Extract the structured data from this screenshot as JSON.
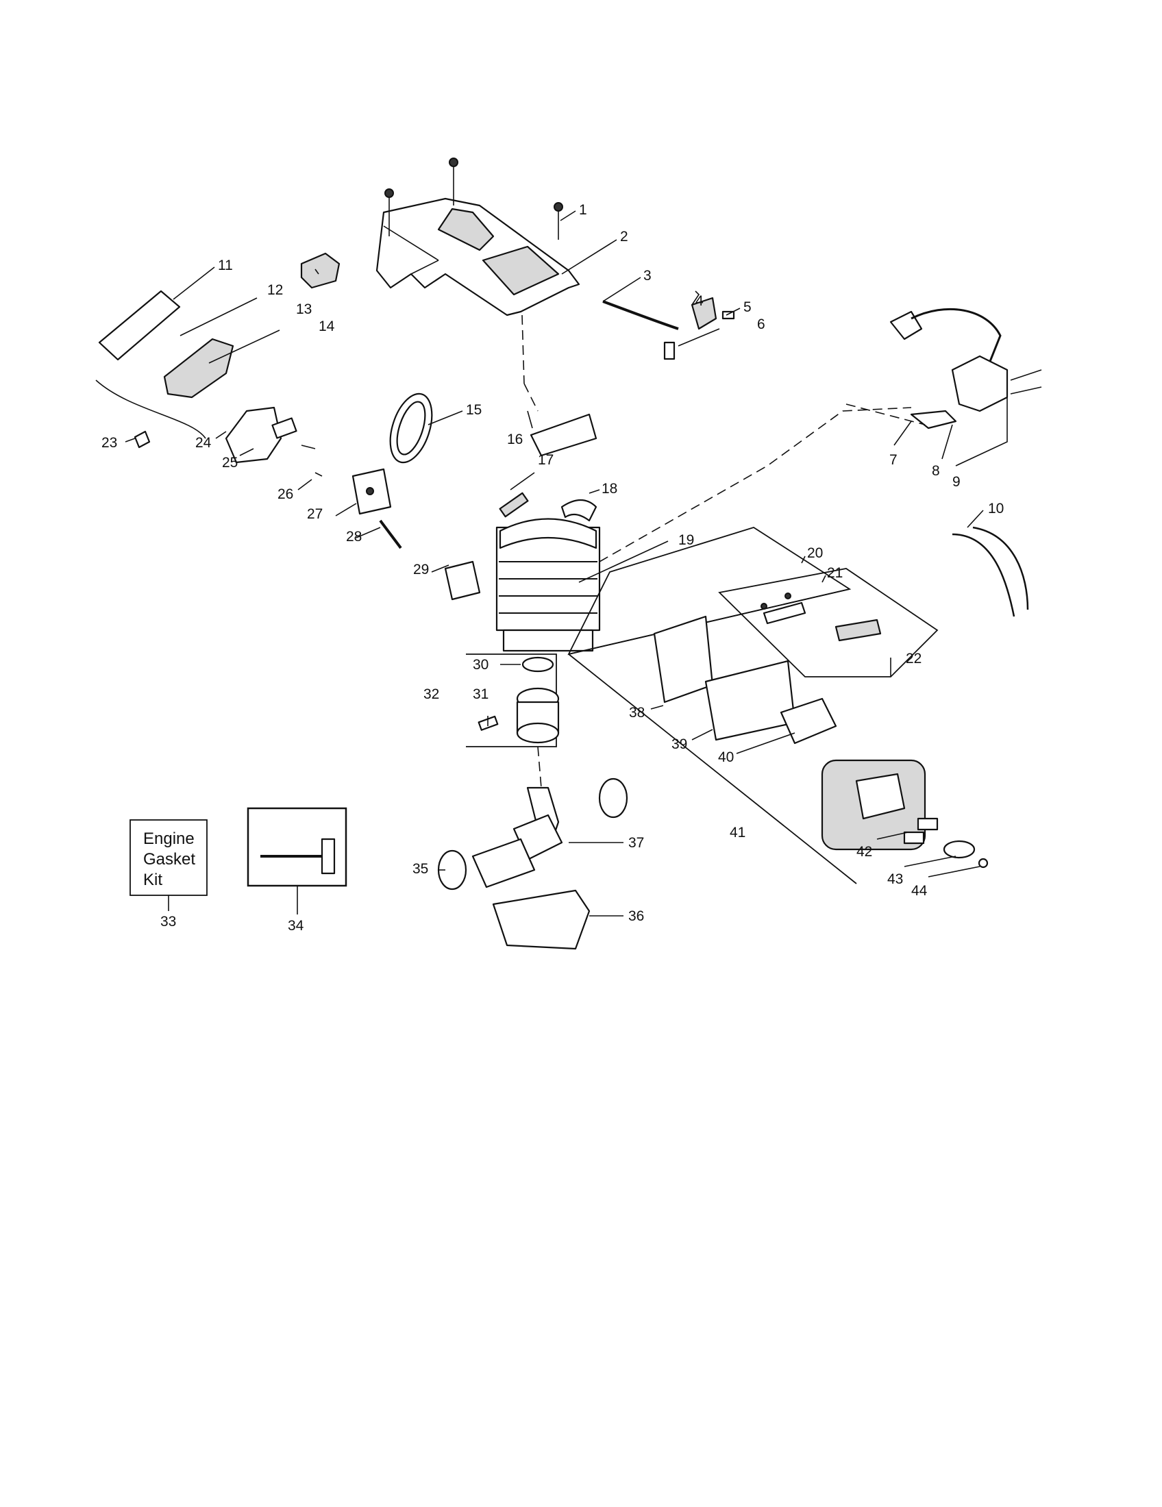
{
  "callouts": [
    {
      "id": "1",
      "text": "1"
    },
    {
      "id": "2",
      "text": "2"
    },
    {
      "id": "3",
      "text": "3"
    },
    {
      "id": "4",
      "text": "4"
    },
    {
      "id": "5",
      "text": "5"
    },
    {
      "id": "6",
      "text": "6"
    },
    {
      "id": "7",
      "text": "7"
    },
    {
      "id": "8",
      "text": "8"
    },
    {
      "id": "9",
      "text": "9"
    },
    {
      "id": "10",
      "text": "10"
    },
    {
      "id": "11",
      "text": "11"
    },
    {
      "id": "12",
      "text": "12"
    },
    {
      "id": "13",
      "text": "13"
    },
    {
      "id": "14",
      "text": "14"
    },
    {
      "id": "15",
      "text": "15"
    },
    {
      "id": "16",
      "text": "16"
    },
    {
      "id": "17",
      "text": "17"
    },
    {
      "id": "18",
      "text": "18"
    },
    {
      "id": "19",
      "text": "19"
    },
    {
      "id": "20",
      "text": "20"
    },
    {
      "id": "21",
      "text": "21"
    },
    {
      "id": "22",
      "text": "22"
    },
    {
      "id": "23",
      "text": "23"
    },
    {
      "id": "24",
      "text": "24"
    },
    {
      "id": "25",
      "text": "25"
    },
    {
      "id": "26",
      "text": "26"
    },
    {
      "id": "27",
      "text": "27"
    },
    {
      "id": "28",
      "text": "28"
    },
    {
      "id": "29",
      "text": "29"
    },
    {
      "id": "30",
      "text": "30"
    },
    {
      "id": "31",
      "text": "31"
    },
    {
      "id": "32",
      "text": "32"
    },
    {
      "id": "33",
      "text": "33"
    },
    {
      "id": "34",
      "text": "34"
    },
    {
      "id": "35",
      "text": "35"
    },
    {
      "id": "36",
      "text": "36"
    },
    {
      "id": "37",
      "text": "37"
    },
    {
      "id": "38",
      "text": "38"
    },
    {
      "id": "39",
      "text": "39"
    },
    {
      "id": "40",
      "text": "40"
    },
    {
      "id": "41",
      "text": "41"
    },
    {
      "id": "42",
      "text": "42"
    },
    {
      "id": "43",
      "text": "43"
    },
    {
      "id": "44",
      "text": "44"
    }
  ],
  "gasket_kit_box": {
    "line1": "Engine",
    "line2": "Gasket",
    "line3": "Kit"
  }
}
